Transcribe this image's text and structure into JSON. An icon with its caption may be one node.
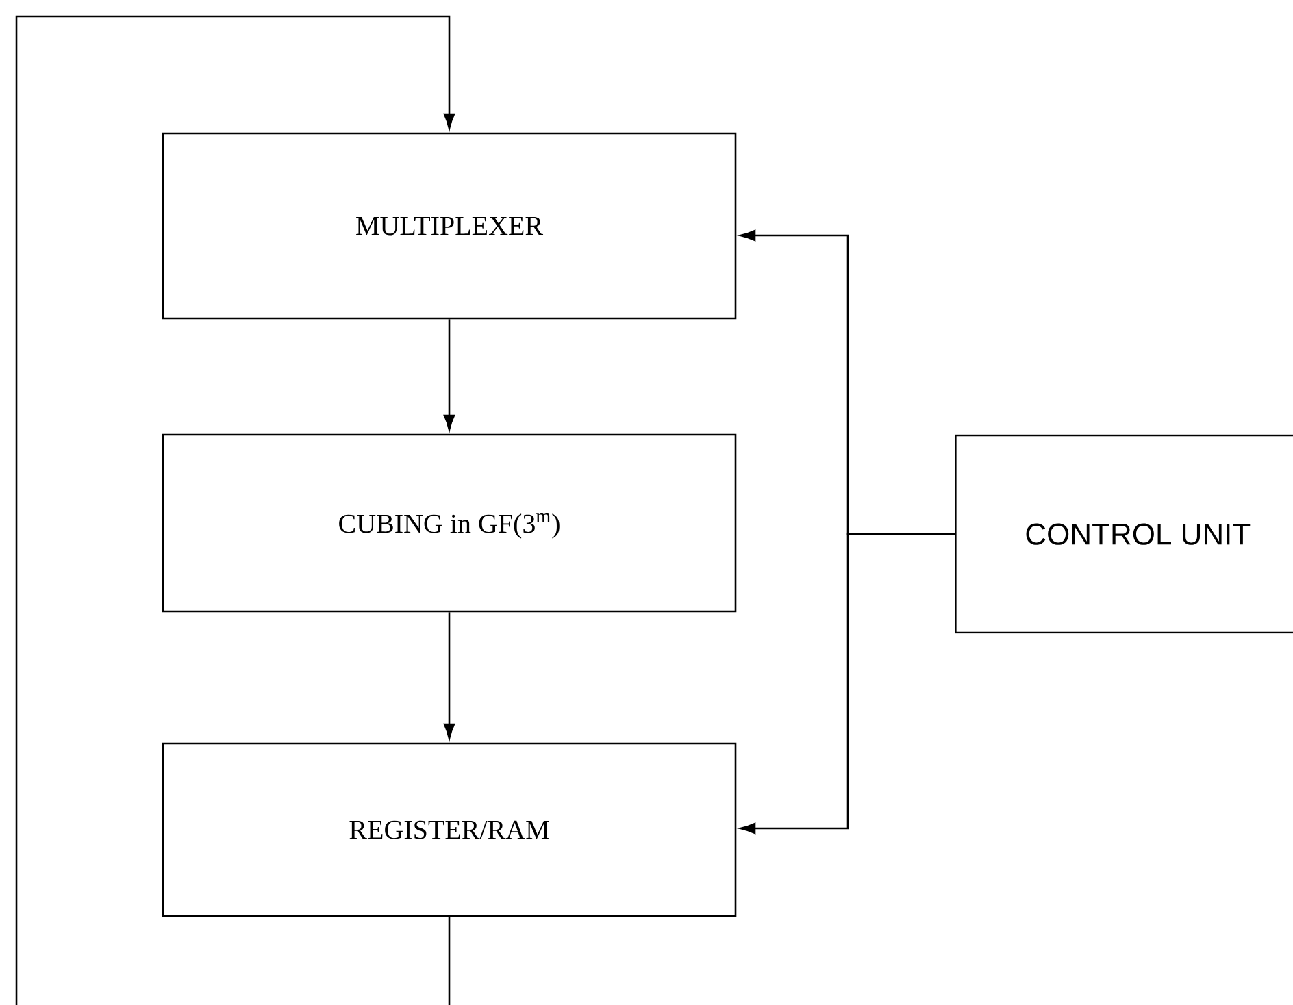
{
  "diagram": {
    "nodes": [
      {
        "text": [
          "MULTIPLEXER"
        ]
      },
      {
        "text": [
          "CUBING in GF(3$^{m}$)"
        ]
      },
      {
        "text": [
          "REGISTER/RAM"
        ]
      },
      {
        "text": [
          "CONTROL UNIT"
        ]
      }
    ],
    "edges": [
      {
        "from": 0,
        "to": 1,
        "arrow": "to"
      },
      {
        "from": 1,
        "to": 2,
        "arrow": "to"
      },
      {
        "from": 2,
        "to": 0,
        "arrow": "to"
      },
      {
        "from": 3,
        "to": 0,
        "arrow": "to"
      },
      {
        "from": 3,
        "to": 2,
        "arrow": "to"
      }
    ]
  }
}
